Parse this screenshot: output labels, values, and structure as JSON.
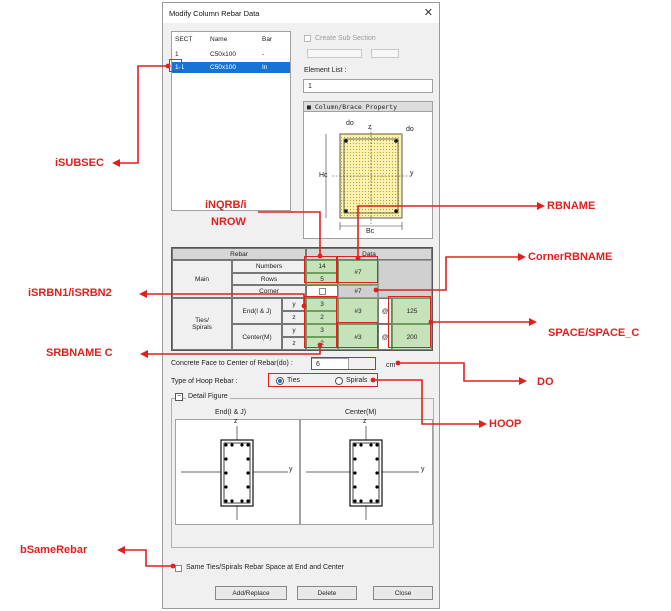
{
  "dialog": {
    "title": "Modify Column Rebar Data",
    "close_glyph": "✕"
  },
  "section_list": {
    "headers": [
      "SECT",
      "Name",
      "Bar"
    ],
    "rows": [
      {
        "sect": "1",
        "name": "C50x100",
        "bar": "-"
      },
      {
        "sect": "1-1",
        "name": "C50x100",
        "bar": "In"
      }
    ]
  },
  "create_sub_section": "Create Sub Section",
  "element_list": {
    "label": "Element List :",
    "value": "1"
  },
  "property": {
    "title": "■ Column/Brace Property",
    "labels": {
      "do_top": "do",
      "do_right": "do",
      "z": "z",
      "y": "y",
      "hc": "Hc",
      "bc": "Bc"
    }
  },
  "table": {
    "header_rebar": "Rebar",
    "header_data": "Data",
    "main": "Main",
    "numbers": "Numbers",
    "numbers_value": "14",
    "rows": "Rows",
    "rows_value": "5",
    "rbname": "#7",
    "corner": "Corner",
    "corner_rbname": "#7",
    "ties_spirals": "Ties/\nSpirals",
    "end": "End(I & J)",
    "center": "Center(M)",
    "y": "y",
    "z": "z",
    "end_y": "3",
    "end_z": "2",
    "center_y": "3",
    "center_z": "2",
    "end_bar": "#3",
    "center_bar": "#3",
    "at": "@",
    "space": "125",
    "space_c": "200"
  },
  "cover": {
    "label": "Concrete Face to Center of Rebar(do) :",
    "value": "6",
    "unit": "cm"
  },
  "hoop": {
    "label": "Type of Hoop Rebar :",
    "ties": "Ties",
    "spirals": "Spirals",
    "selected": "Ties"
  },
  "detail": {
    "label": "Detail Figure",
    "end": "End(I & J)",
    "center": "Center(M)",
    "z": "z",
    "y": "y"
  },
  "same_space": {
    "label": "Same Ties/Spirals Rebar Space at End and Center",
    "checked": false
  },
  "buttons": {
    "add": "Add/Replace",
    "delete": "Delete",
    "close": "Close"
  },
  "annotations": {
    "isubsec": "iSUBSEC",
    "inqrb": "iNQRB/i",
    "nrow": "NROW",
    "rbname": "RBNAME",
    "cornerrbname": "CornerRBNAME",
    "isrbn": "iSRBN1/iSRBN2",
    "space": "SPACE/SPACE_C",
    "srbname": "SRBNAME  C",
    "do": "DO",
    "hoop": "HOOP",
    "bsamerebar": "bSameRebar"
  },
  "colors": {
    "annotation": "#e0201f",
    "selection": "#1874d4",
    "data_cell": "#c6e2b9"
  }
}
